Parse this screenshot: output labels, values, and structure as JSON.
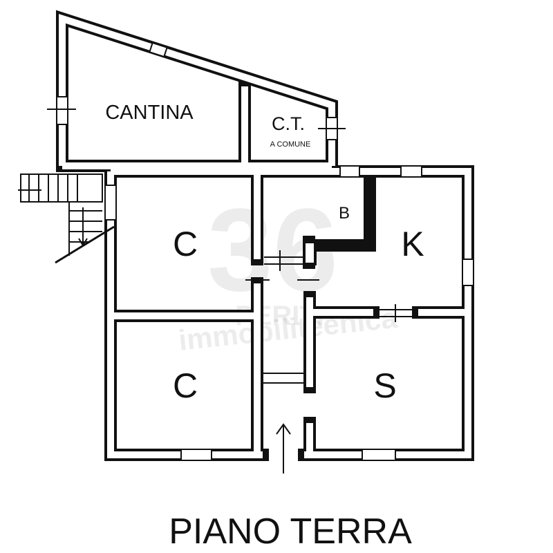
{
  "plan": {
    "title": "PIANO TERRA",
    "rooms": [
      {
        "id": "cantina",
        "label": "CANTINA"
      },
      {
        "id": "ct",
        "label": "C.T.",
        "sublabel": "A COMUNE"
      },
      {
        "id": "b",
        "label": "B"
      },
      {
        "id": "c1",
        "label": "C"
      },
      {
        "id": "k",
        "label": "K"
      },
      {
        "id": "c2",
        "label": "C"
      },
      {
        "id": "s",
        "label": "S"
      }
    ],
    "watermark": {
      "logo": "36",
      "line1": "PERITI",
      "line2": "immobiliteenica"
    }
  }
}
